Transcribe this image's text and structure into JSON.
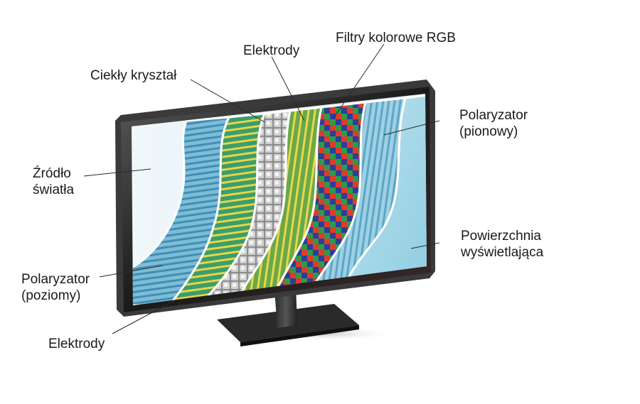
{
  "labels": {
    "liquid_crystal": "Ciekły kryształ",
    "electrodes_top": "Elektrody",
    "rgb_filters": "Filtry kolorowe RGB",
    "polarizer_vertical": [
      "Polaryzator",
      "(pionowy)"
    ],
    "light_source": [
      "Źródło",
      "światła"
    ],
    "display_surface": [
      "Powierzchnia",
      "wyświetlająca"
    ],
    "polarizer_horizontal": [
      "Polaryzator",
      "(poziomy)"
    ],
    "electrodes_bottom": "Elektrody"
  },
  "colors": {
    "bezel": "#1e1e1e",
    "light_source_panel": "#e6f3f8",
    "polarizer_blue": "#5aa6c8",
    "electrode_yellow": "#e8d44a",
    "electrode_green": "#3aa86a",
    "liquid_crystal_gray": "#b5b5b5",
    "filter_red": "#e23a2a",
    "filter_green": "#2e9a4a",
    "filter_blue": "#2a3f9a",
    "display_surface": "#a9d8e6"
  }
}
